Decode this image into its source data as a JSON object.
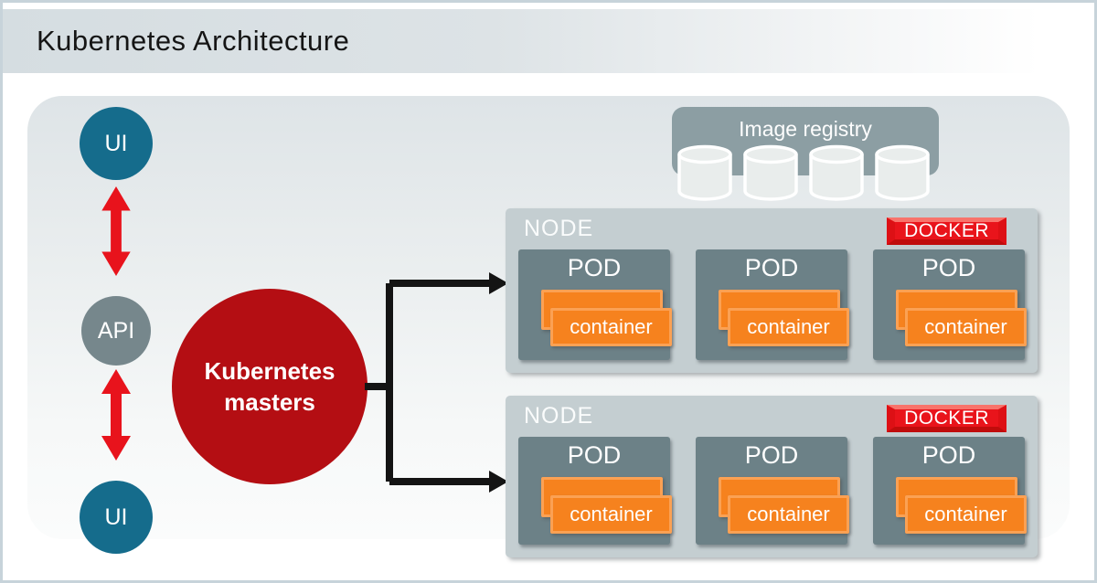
{
  "title": "Kubernetes Architecture",
  "flow": {
    "ui_top": "UI",
    "api": "API",
    "ui_bottom": "UI",
    "masters_line1": "Kubernetes",
    "masters_line2": "masters"
  },
  "registry": {
    "label": "Image registry",
    "cylinder_count": 4
  },
  "nodes": [
    {
      "label": "NODE",
      "badge": "DOCKER",
      "pods": [
        {
          "label": "POD",
          "container": "container"
        },
        {
          "label": "POD",
          "container": "container"
        },
        {
          "label": "POD",
          "container": "container"
        }
      ]
    },
    {
      "label": "NODE",
      "badge": "DOCKER",
      "pods": [
        {
          "label": "POD",
          "container": "container"
        },
        {
          "label": "POD",
          "container": "container"
        },
        {
          "label": "POD",
          "container": "container"
        }
      ]
    }
  ],
  "colors": {
    "ui_circle": "#156c8c",
    "api_circle": "#76878c",
    "arrow_red": "#e8131c",
    "masters_red": "#b40e13",
    "node_bg": "#c4ced1",
    "pod_bg": "#6c8187",
    "container_orange": "#f6821e",
    "docker_red": "#e9141b",
    "registry_gray": "#8c9ea3",
    "connector_black": "#141414"
  }
}
